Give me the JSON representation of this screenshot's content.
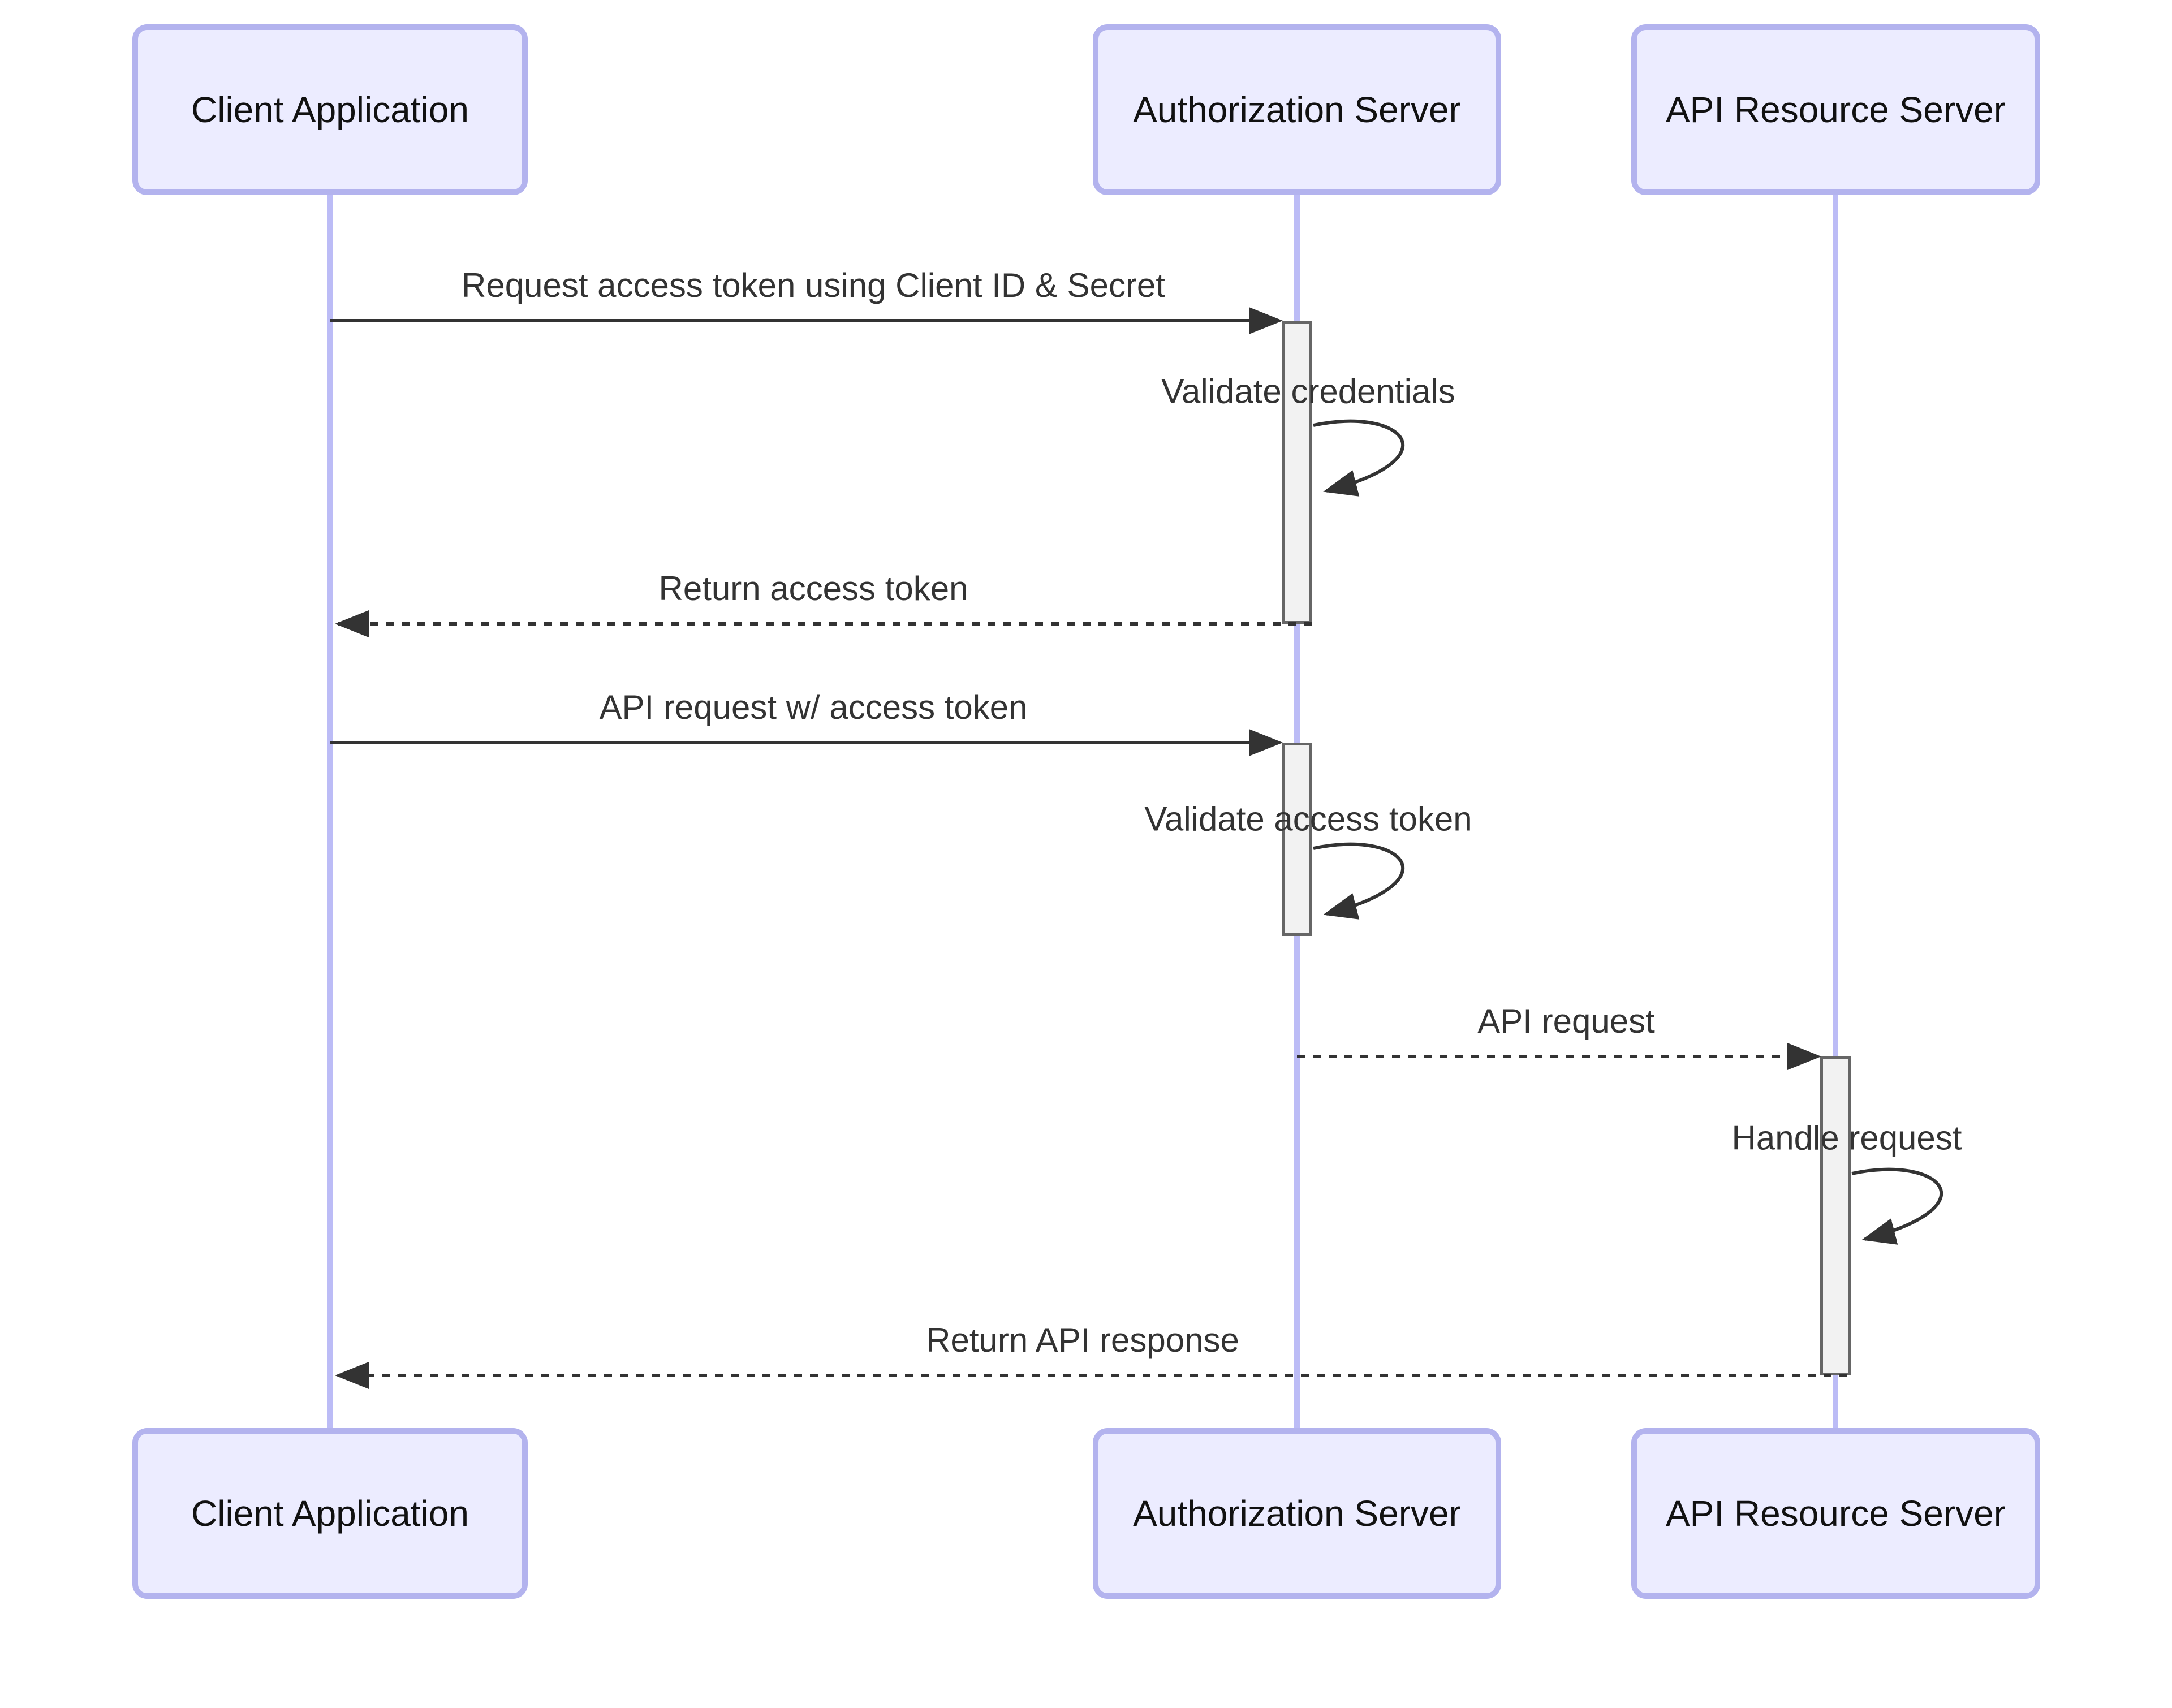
{
  "diagram_type": "sequence-diagram",
  "colors": {
    "background": "#FFFFFF",
    "actor_fill": "#ECECFF",
    "actor_border": "#B3B3EE",
    "lifeline": "#BCBCF6",
    "activation_fill": "#F2F2F2",
    "activation_border": "#666666",
    "arrow": "#333333",
    "message_text": "#333333",
    "actor_text": "#111111"
  },
  "actors": [
    {
      "label": "Client Application"
    },
    {
      "label": "Authorization Server"
    },
    {
      "label": "API Resource Server"
    }
  ],
  "messages": [
    {
      "label": "Request access token using Client ID & Secret",
      "from": "Client Application",
      "to": "Authorization Server",
      "line": "solid",
      "kind": "request"
    },
    {
      "label": "Validate credentials",
      "from": "Authorization Server",
      "to": "Authorization Server",
      "line": "solid",
      "kind": "self"
    },
    {
      "label": "Return access token",
      "from": "Authorization Server",
      "to": "Client Application",
      "line": "dashed",
      "kind": "return"
    },
    {
      "label": "API request w/ access token",
      "from": "Client Application",
      "to": "Authorization Server",
      "line": "solid",
      "kind": "request"
    },
    {
      "label": "Validate access token",
      "from": "Authorization Server",
      "to": "Authorization Server",
      "line": "solid",
      "kind": "self"
    },
    {
      "label": "API request",
      "from": "Authorization Server",
      "to": "API Resource Server",
      "line": "dashed",
      "kind": "request"
    },
    {
      "label": "Handle request",
      "from": "API Resource Server",
      "to": "API Resource Server",
      "line": "solid",
      "kind": "self"
    },
    {
      "label": "Return API response",
      "from": "API Resource Server",
      "to": "Client Application",
      "line": "dashed",
      "kind": "return"
    }
  ]
}
